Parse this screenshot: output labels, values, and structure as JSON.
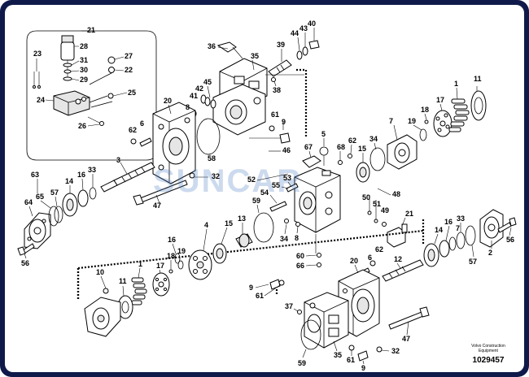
{
  "watermark": "SUNCAR",
  "footer": {
    "caption_line1": "Volvo Construction",
    "caption_line2": "Equipment",
    "drawing_number": "1029457"
  },
  "labels": {
    "l21a": "21",
    "l28": "28",
    "l31": "31",
    "l30": "30",
    "l29": "29",
    "l27": "27",
    "l22a": "22",
    "l25": "25",
    "l23": "23",
    "l24": "24",
    "l26": "26",
    "l36": "36",
    "l35a": "35",
    "l39": "39",
    "l44": "44",
    "l43": "43",
    "l40": "40",
    "l38": "38",
    "l41": "41",
    "l42": "42",
    "l45": "45",
    "l20a": "20",
    "l8a": "8",
    "l61a": "61",
    "l9a": "9",
    "l46": "46",
    "l58": "58",
    "l62a": "62",
    "l6a": "6",
    "l3": "3",
    "l32a": "32",
    "l47a": "47",
    "l63": "63",
    "l64": "64",
    "l65": "65",
    "l57a": "57",
    "l14a": "14",
    "l16a": "16",
    "l33a": "33",
    "l56a": "56",
    "l1a": "1",
    "l11a": "11",
    "l17a": "17",
    "l18a": "18",
    "l19a": "19",
    "l7": "7",
    "l34a": "34",
    "l5": "5",
    "l68": "68",
    "l62b": "62",
    "l15a": "15",
    "l67": "67",
    "l52": "52",
    "l55": "55",
    "l53": "53",
    "l54": "54",
    "l59a": "59",
    "l50": "50",
    "l51": "51",
    "l49": "49",
    "l48": "48",
    "l21b": "21",
    "l34b": "34",
    "l8b": "8",
    "l60": "60",
    "l66": "66",
    "l4": "4",
    "l15b": "15",
    "l13": "13",
    "l16b": "16",
    "l19b": "19",
    "l18b": "18",
    "l17b": "17",
    "l1b": "1",
    "l11b": "11",
    "l10": "10",
    "l62c": "62",
    "l6b": "6",
    "l20b": "20",
    "l12": "12",
    "l14b": "14",
    "l16c": "16",
    "l33b": "33",
    "l7b": "7",
    "l57b": "57",
    "l2": "2",
    "l56b": "56",
    "l9b": "9",
    "l61b": "61",
    "l37": "37",
    "l59b": "59",
    "l35b": "35",
    "l61c": "61",
    "l9c": "9",
    "l32b": "32",
    "l47b": "47"
  }
}
